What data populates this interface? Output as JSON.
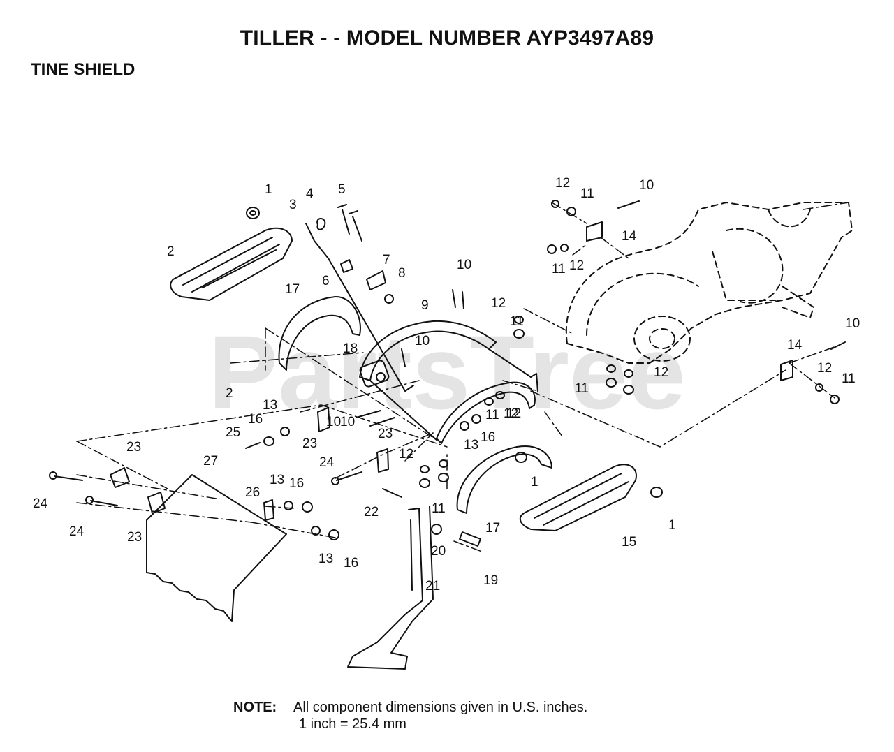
{
  "header": {
    "title": "TILLER - - MODEL NUMBER AYP3497A89",
    "subtitle": "TINE SHIELD"
  },
  "watermark": "PartsTree",
  "note": {
    "label": "NOTE:",
    "line1": "All component dimensions given in U.S. inches.",
    "line2": "1 inch = 25.4 mm"
  },
  "callouts": [
    "1",
    "1",
    "1",
    "2",
    "2",
    "3",
    "4",
    "5",
    "6",
    "7",
    "8",
    "9",
    "10",
    "10",
    "10",
    "10",
    "10",
    "10",
    "11",
    "11",
    "11",
    "11",
    "11",
    "11",
    "11",
    "12",
    "12",
    "12",
    "12",
    "12",
    "12",
    "12",
    "12",
    "13",
    "13",
    "13",
    "13",
    "14",
    "14",
    "15",
    "16",
    "16",
    "16",
    "16",
    "17",
    "17",
    "18",
    "19",
    "20",
    "21",
    "22",
    "23",
    "23",
    "23",
    "23",
    "24",
    "24",
    "24",
    "25",
    "26",
    "27"
  ],
  "colors": {
    "ink": "#111111",
    "watermark": "#cfcfcf"
  }
}
